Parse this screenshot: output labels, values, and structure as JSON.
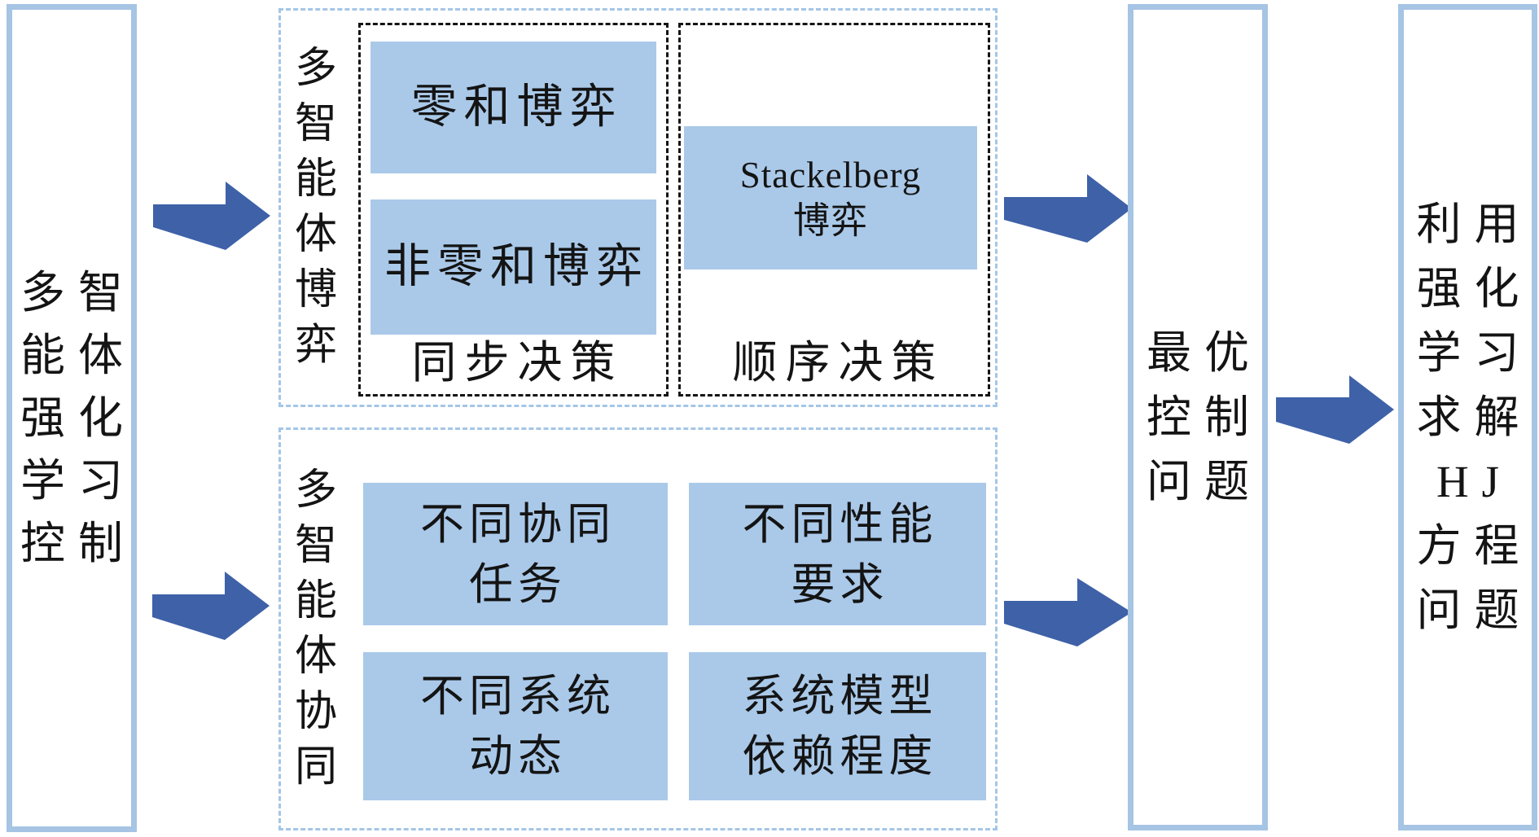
{
  "diagram": {
    "colors": {
      "fill": "#aac9e9",
      "border": "#a6c4e4",
      "dashed": "#a4c6e6",
      "arrow": "#3e61a8"
    },
    "left_box": {
      "lines": [
        "多智",
        "能体",
        "强化",
        "学习",
        "控制"
      ],
      "full_text": "多智能体强化学习控制"
    },
    "game_section": {
      "label_chars": [
        "多",
        "智",
        "能",
        "体",
        "博",
        "弈"
      ],
      "label_full": "多智能体博弈",
      "sync_group": {
        "zero_sum": "零和博弈",
        "nonzero_sum": "非零和博弈",
        "label": "同步决策"
      },
      "seq_group": {
        "stackelberg_line1": "Stackelberg",
        "stackelberg_line2": "博弈",
        "label": "顺序决策"
      }
    },
    "coop_section": {
      "label_chars": [
        "多",
        "智",
        "能",
        "体",
        "协",
        "同"
      ],
      "label_full": "多智能体协同",
      "boxes": [
        [
          "不同协同",
          "任务"
        ],
        [
          "不同性能",
          "要求"
        ],
        [
          "不同系统",
          "动态"
        ],
        [
          "系统模型",
          "依赖程度"
        ]
      ]
    },
    "optimal_box": {
      "lines": [
        "最优",
        "控制",
        "问题"
      ],
      "full_text": "最优控制问题"
    },
    "hj_box": {
      "lines": [
        "利用",
        "强化",
        "学习",
        "求解",
        "HJ",
        "方程",
        "问题"
      ],
      "full_text": "利用强化学习求解HJ方程问题"
    }
  }
}
